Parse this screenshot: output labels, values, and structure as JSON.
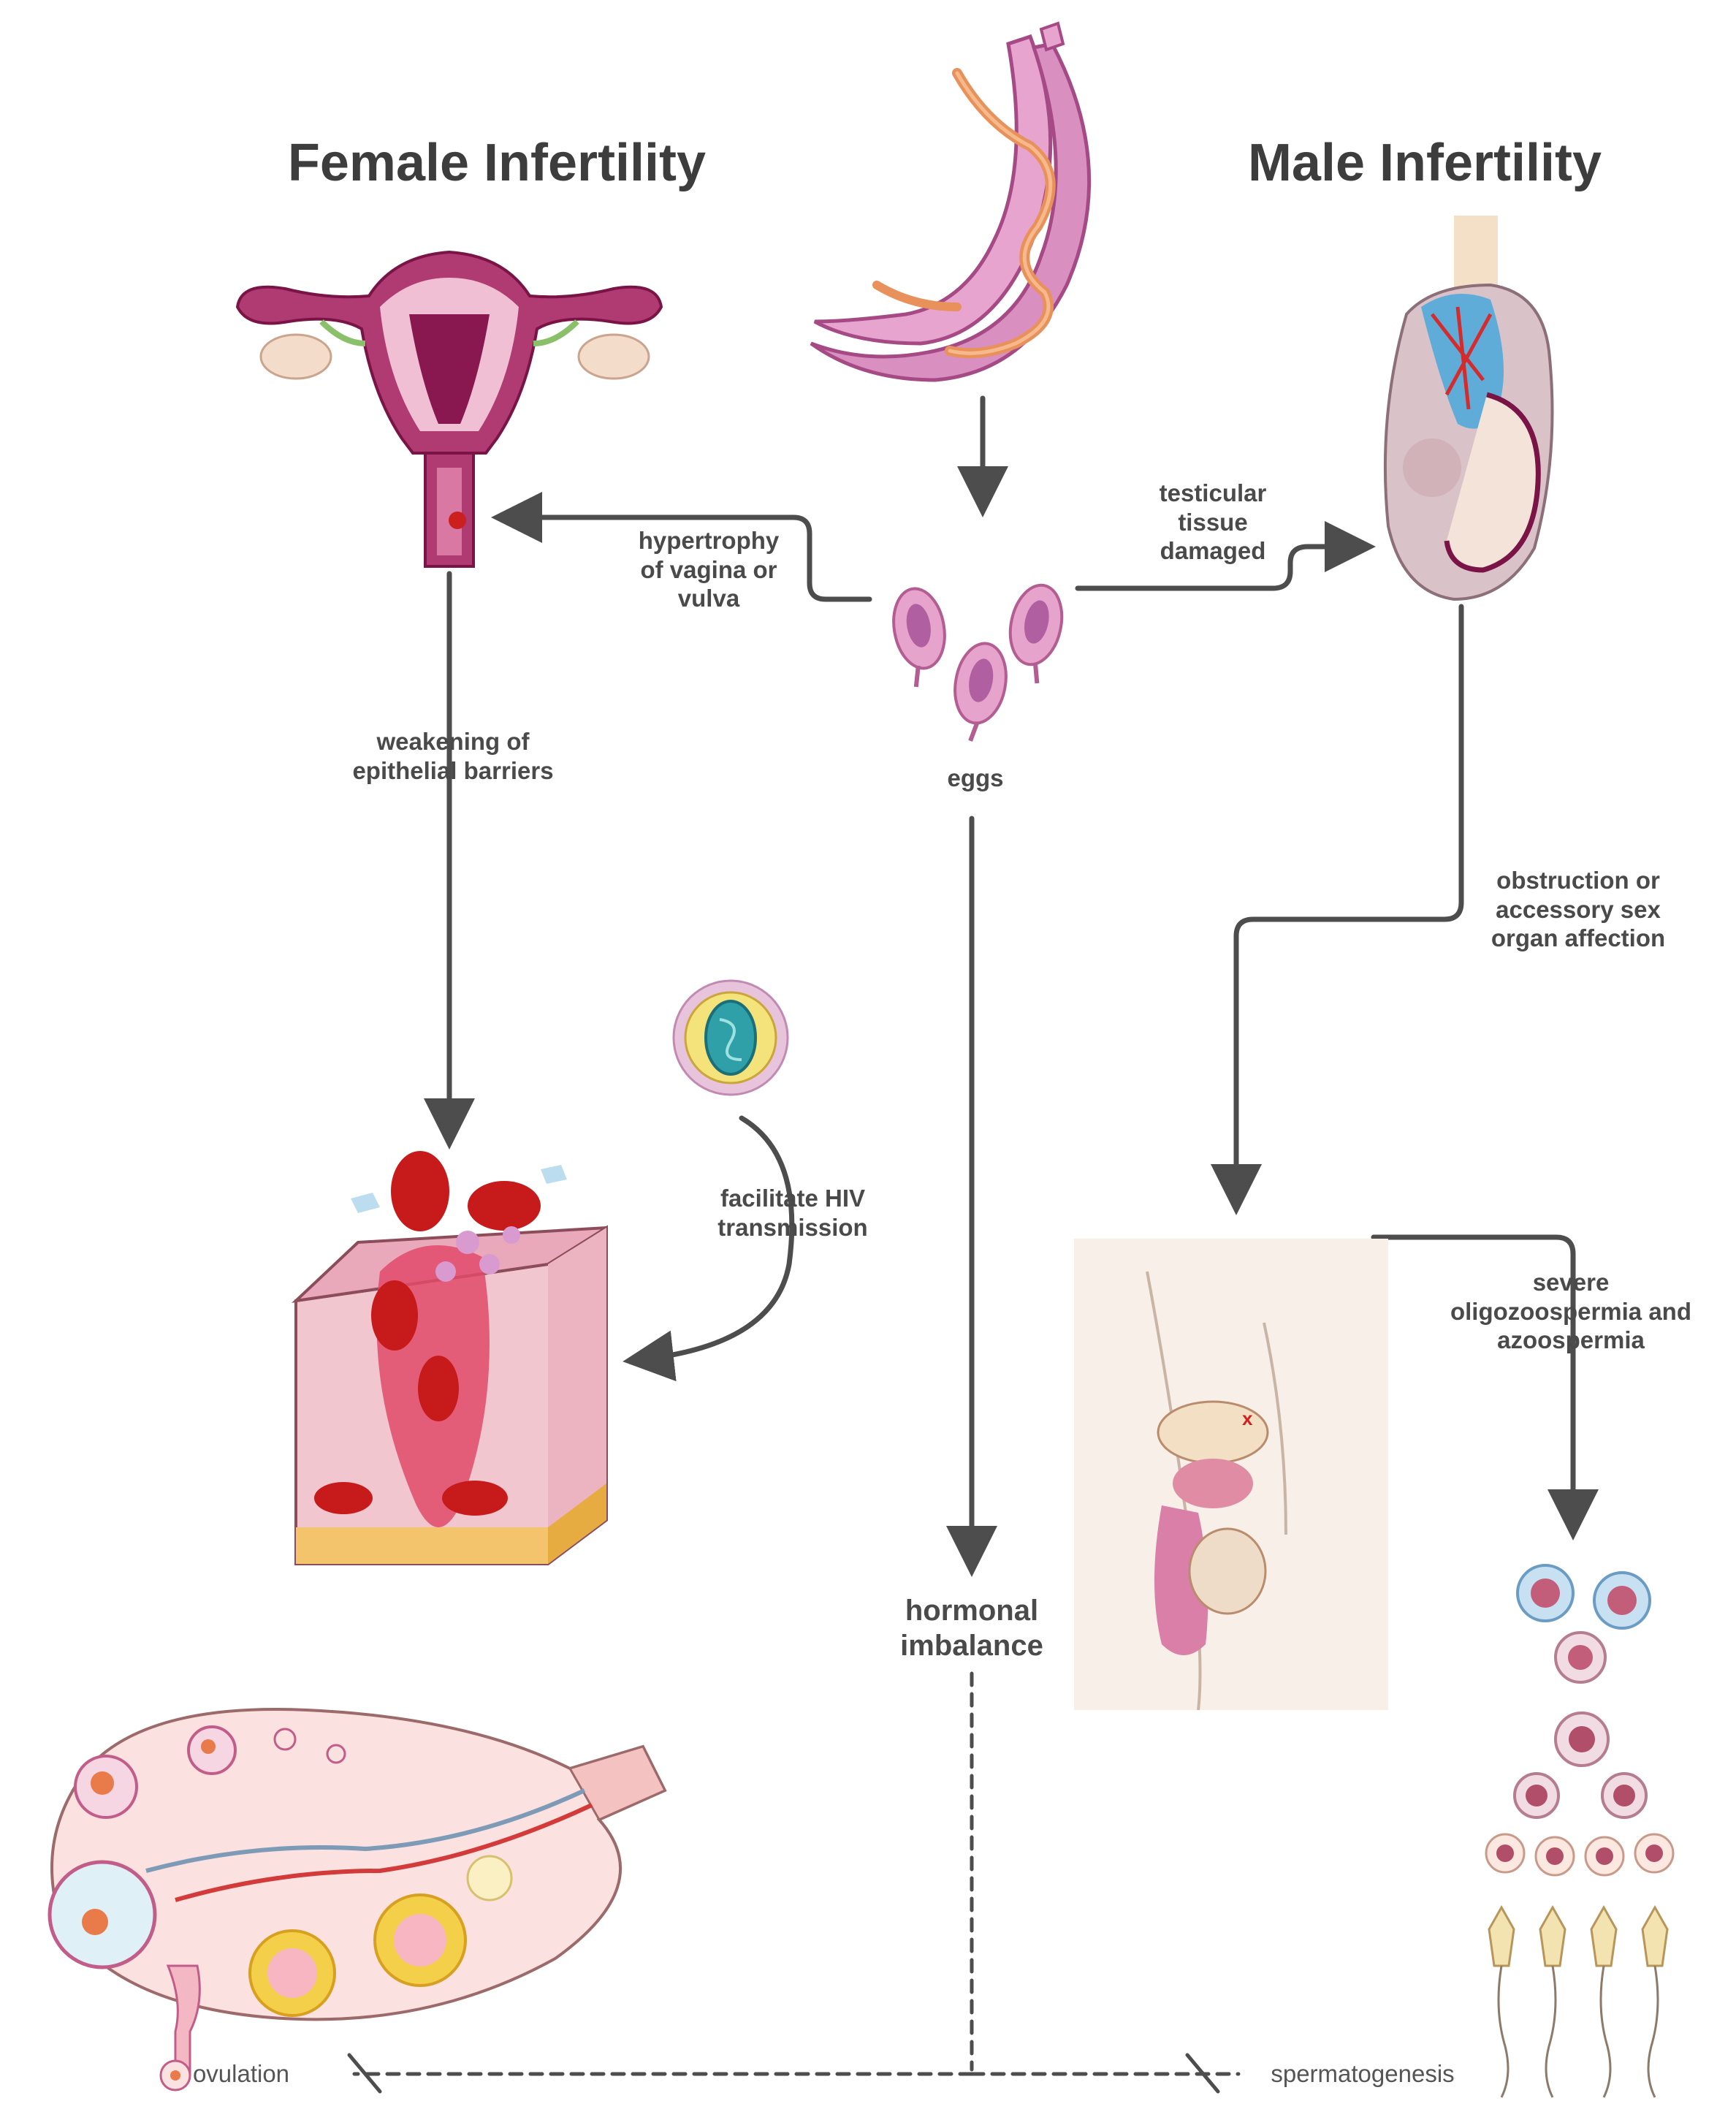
{
  "titles": {
    "female": "Female Infertility",
    "male": "Male Infertility"
  },
  "labels": {
    "hypertrophy": "hypertrophy\nof vagina or\nvulva",
    "testicular": "testicular\ntissue\ndamaged",
    "eggs": "eggs",
    "weakening": "weakening of\nepithelial barriers",
    "obstruction": "obstruction or\naccessory sex\norgan affection",
    "hiv": "facilitate HIV\ntransmission",
    "oligo": "severe\noligozoospermia and\nazoospermia",
    "hormonal": "hormonal\nimbalance",
    "ovulation": "ovulation",
    "spermatogenesis": "spermatogenesis"
  },
  "colors": {
    "arrow": "#4d4d4d",
    "worm": "#d98fc0",
    "uterus": "#9c1f5a",
    "blood": "#cc1f1f",
    "skin": "#f3dede",
    "ovaryFollicle": "#f2c94c",
    "spermHead": "#f3e3b0",
    "cellBlue": "#7fb0d9"
  },
  "icons": {
    "worm": "schistosoma-worm-icon",
    "uterus": "uterus-icon",
    "testis": "testis-icon",
    "eggs": "eggs-icon",
    "tissue": "damaged-tissue-icon",
    "virus": "hiv-virus-icon",
    "pelvis": "male-pelvis-icon",
    "ovary": "ovary-icon",
    "sperm": "spermatogenesis-cells-icon"
  }
}
